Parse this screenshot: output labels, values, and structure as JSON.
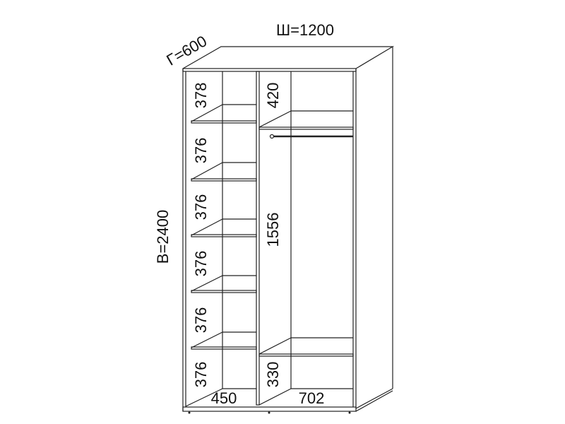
{
  "dimensions": {
    "width": "Ш=1200",
    "depth": "Г=600",
    "height": "В=2400"
  },
  "left_section": {
    "compartments": [
      "378",
      "376",
      "376",
      "376",
      "376",
      "376"
    ],
    "width": "450"
  },
  "right_section": {
    "top_compartment": "420",
    "hanging_compartment": "1556",
    "bottom_compartment": "330",
    "width": "702"
  }
}
